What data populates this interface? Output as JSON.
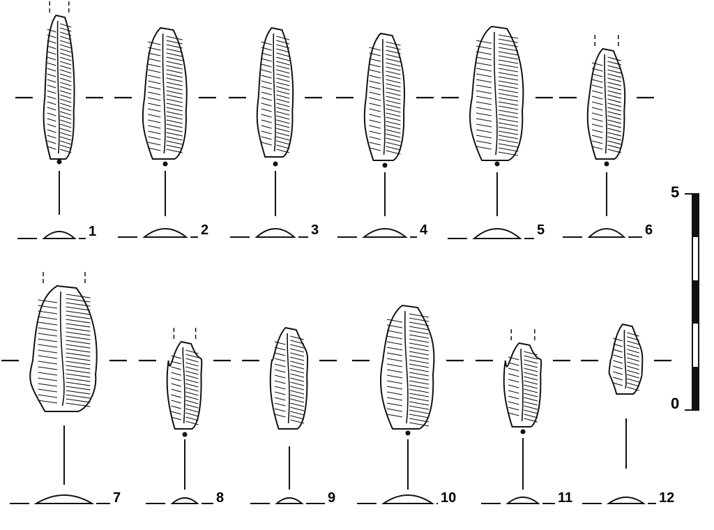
{
  "figure": {
    "artifact_labels": [
      "1",
      "2",
      "3",
      "4",
      "5",
      "6",
      "7",
      "8",
      "9",
      "10",
      "11",
      "12"
    ],
    "scale": {
      "top_label": "5",
      "bottom_label": "0"
    },
    "ink_color": "#111111",
    "background": "#ffffff"
  }
}
